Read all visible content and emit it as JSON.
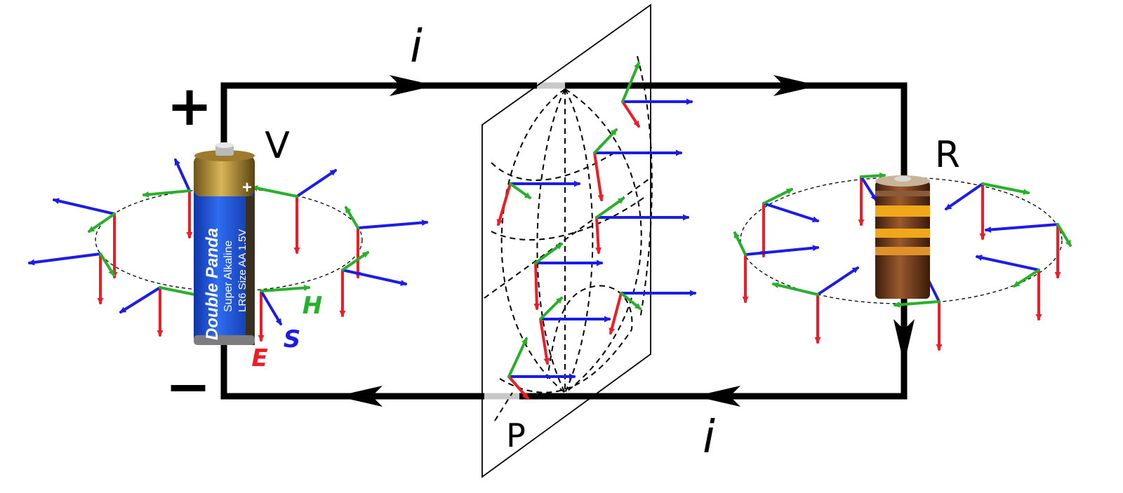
{
  "labels": {
    "current_top": "i",
    "current_bottom": "i",
    "plus": "+",
    "minus": "−",
    "voltage": "V",
    "resistor": "R",
    "plane": "P",
    "field_e": "E",
    "field_s": "S",
    "field_h": "H"
  },
  "battery": {
    "brand": "Double Panda",
    "line1": "Super Alkaline",
    "line2": "LR6  Size AA  1.5V",
    "terminal": "+"
  },
  "colors": {
    "wire": "#000000",
    "e_field": "#ee1c25",
    "s_field": "#1c1ce8",
    "h_field": "#27b12b",
    "battery_body": "#1c4fd8",
    "battery_cap": "#b08a2e",
    "resistor_body": "#6b3a1e",
    "resistor_band": "#f0a81a"
  }
}
